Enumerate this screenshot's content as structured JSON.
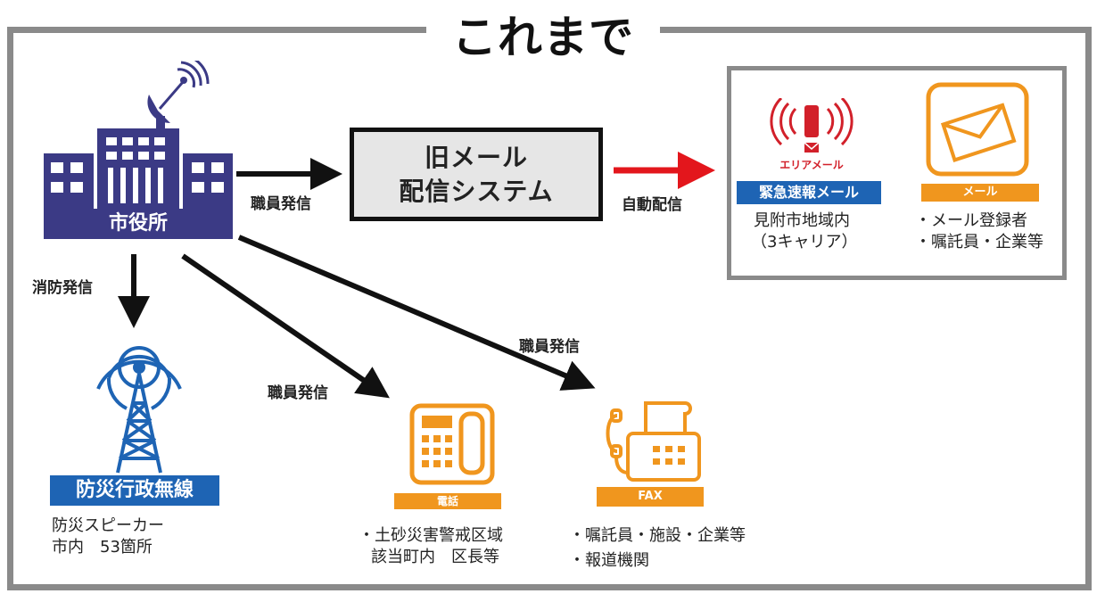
{
  "title": "これまで",
  "city_hall": {
    "label": "市役所"
  },
  "system": {
    "line1": "旧メール",
    "line2": "配信システム"
  },
  "edges": {
    "staff_to_system": "職員発信",
    "auto_delivery": "自動配信",
    "fire_dispatch": "消防発信",
    "staff_to_phone": "職員発信",
    "staff_to_fax": "職員発信"
  },
  "area_mail": {
    "logo_text": "エリアメール",
    "label": "緊急速報メール",
    "desc_line1": "見附市地域内",
    "desc_line2": "（3キャリア）"
  },
  "email": {
    "label": "メール",
    "desc_line1": "・メール登録者",
    "desc_line2": "・嘱託員・企業等"
  },
  "radio": {
    "label": "防災行政無線",
    "desc_line1": "防災スピーカー",
    "desc_line2": "市内　53箇所"
  },
  "phone": {
    "label": "電話",
    "desc_line1": "・土砂災害警戒区域",
    "desc_line2": "該当町内　区長等"
  },
  "fax": {
    "label": "FAX",
    "desc_line1": "・嘱託員・施設・企業等",
    "desc_line2": "・報道機関"
  },
  "colors": {
    "navy": "#3b3a85",
    "blue": "#1e64b4",
    "orange": "#f0961e",
    "red": "#d2202a",
    "frame_gray": "#8a8a8a"
  }
}
